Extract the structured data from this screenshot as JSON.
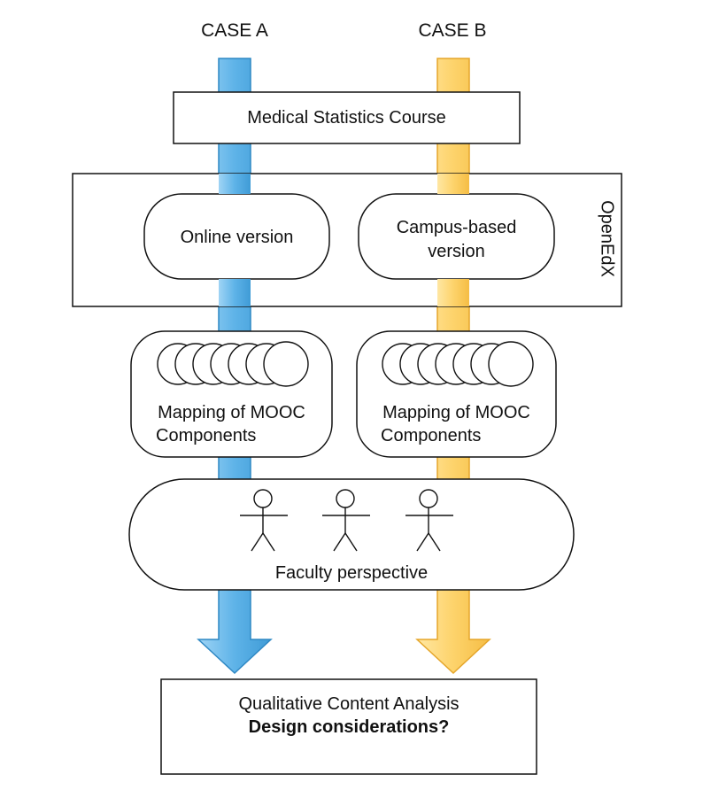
{
  "cases": {
    "a": "CASE A",
    "b": "CASE B"
  },
  "course_box": "Medical Statistics Course",
  "platform": {
    "label": "OpenEdX",
    "online_version": "Online version",
    "campus_version_line1": "Campus-based",
    "campus_version_line2": "version"
  },
  "mapping": {
    "left_line1": "Mapping of MOOC",
    "left_line2": "Components",
    "right_line1": "Mapping of MOOC",
    "right_line2": "Components"
  },
  "faculty": "Faculty perspective",
  "analysis": {
    "line1": "Qualitative Content Analysis",
    "line2": "Design considerations?"
  },
  "colors": {
    "case_a": "#5eb3e8",
    "case_a_stroke": "#2f88c4",
    "case_b": "#fdd36b",
    "case_b_stroke": "#e5a62b",
    "box_stroke": "#111111"
  }
}
